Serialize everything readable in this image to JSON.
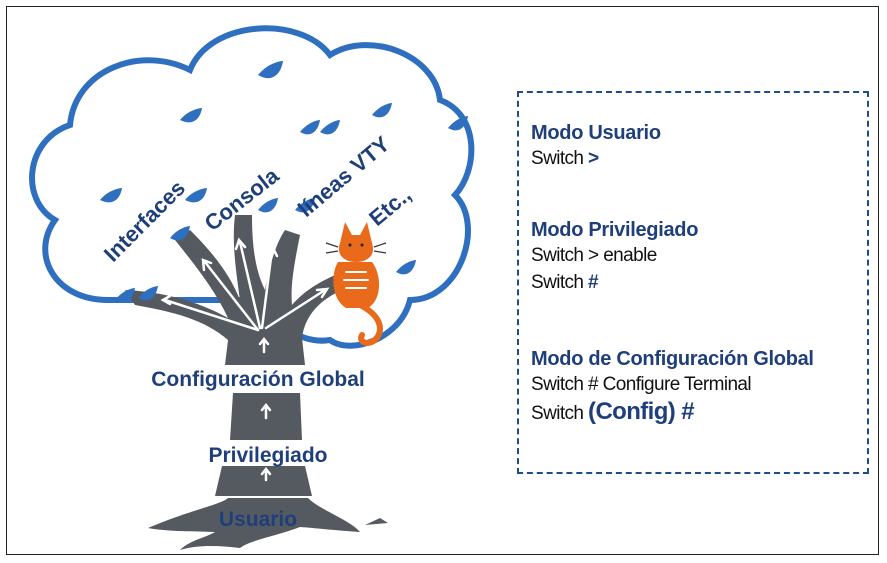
{
  "tree": {
    "branches": [
      "Interfaces",
      "Consola",
      "líneas VTY",
      "Etc.,"
    ],
    "levels": [
      "Configuración Global",
      "Privilegiado",
      "Usuario"
    ]
  },
  "modes": [
    {
      "title": "Modo Usuario",
      "lines": [
        {
          "prefix": "Switch ",
          "symbol": ">"
        }
      ]
    },
    {
      "title": "Modo Privilegiado",
      "lines": [
        {
          "text": "Switch > enable"
        },
        {
          "prefix": "Switch ",
          "symbol": "#"
        }
      ]
    },
    {
      "title": "Modo de Configuración Global",
      "lines": [
        {
          "text": "Switch # Configure Terminal"
        },
        {
          "prefix": "Switch ",
          "symbol": "(Config) #"
        }
      ]
    }
  ],
  "colors": {
    "accent": "#1f3f7a",
    "cloud": "#2f6fbf",
    "trunk": "#555a60",
    "cat": "#ea6a1c"
  }
}
